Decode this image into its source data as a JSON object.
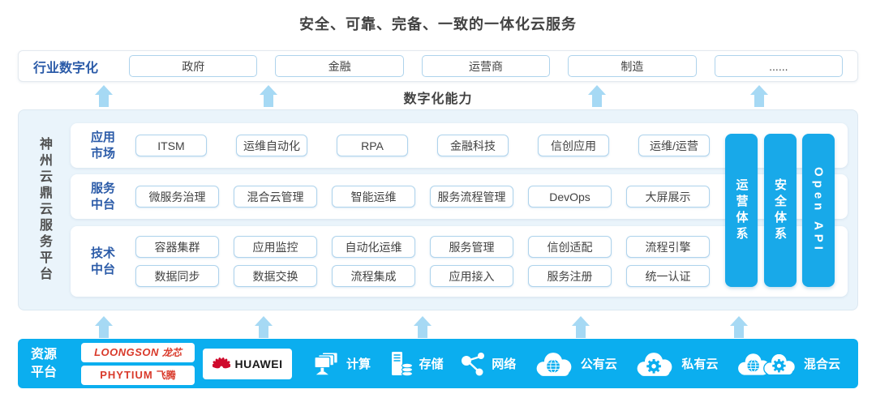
{
  "title": "安全、可靠、完备、一致的一体化云服务",
  "industry": {
    "label": "行业数字化",
    "boxes": [
      "政府",
      "金融",
      "运营商",
      "制造",
      "......"
    ]
  },
  "capability_label": "数字化能力",
  "platform": {
    "side_label": "神州云鼎云服务平台",
    "rows": [
      {
        "label": "应用\n市场",
        "items": [
          "ITSM",
          "运维自动化",
          "RPA",
          "金融科技",
          "信创应用",
          "运维/运营"
        ]
      },
      {
        "label": "服务\n中台",
        "items": [
          "微服务治理",
          "混合云管理",
          "智能运维",
          "服务流程管理",
          "DevOps",
          "大屏展示"
        ]
      },
      {
        "label": "技术\n中台",
        "items_line1": [
          "容器集群",
          "应用监控",
          "自动化运维",
          "服务管理",
          "信创适配",
          "流程引擎"
        ],
        "items_line2": [
          "数据同步",
          "数据交换",
          "流程集成",
          "应用接入",
          "服务注册",
          "统一认证"
        ]
      }
    ],
    "pillars": [
      "运营体系",
      "安全体系",
      "Open API"
    ]
  },
  "resources": {
    "label": "资源\n平台",
    "loongson": {
      "en": "LOONGSON",
      "cn": "龙芯"
    },
    "phytium": {
      "en": "PHYTIUM",
      "cn": "飞腾"
    },
    "huawei": "HUAWEI",
    "groups": [
      {
        "icon": "compute-icon",
        "label": "计算"
      },
      {
        "icon": "storage-icon",
        "label": "存储"
      },
      {
        "icon": "network-icon",
        "label": "网络"
      },
      {
        "icon": "public-cloud-icon",
        "label": "公有云"
      },
      {
        "icon": "private-cloud-icon",
        "label": "私有云"
      },
      {
        "icon": "hybrid-cloud-icon",
        "label": "混合云"
      }
    ]
  },
  "colors": {
    "accent": "#0baeef",
    "pillar": "#18a9e9",
    "arrow": "#a6d9f4",
    "label-blue": "#2b5ba8",
    "panel-bg": "#eaf4fb",
    "chip-border": "#aed3ec",
    "logo-red": "#d93a2b",
    "huawei-red": "#cf0a2c",
    "text-dark": "#424242"
  }
}
